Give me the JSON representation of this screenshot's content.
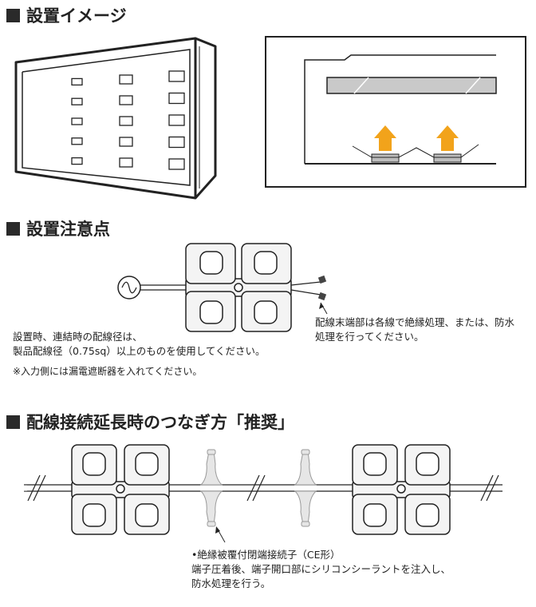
{
  "sections": {
    "install_image": {
      "title": "設置イメージ"
    },
    "precautions": {
      "title": "設置注意点",
      "note_wiring_line1": "設置時、連結時の配線径は、",
      "note_wiring_line2": "製品配線径（0.75sq）以上のものを使用してください。",
      "note_breaker": "※入力側には漏電遮断器を入れてください。",
      "note_end_line1": "配線末端部は各線で絶縁処理、または、防水",
      "note_end_line2": "処理を行ってください。"
    },
    "extension": {
      "title": "配線接続延長時のつなぎ方「推奨」",
      "connector_line1": "•絶縁被覆付閉端接続子（CE形）",
      "connector_line2": "端子圧着後、端子開口部にシリコンシーラントを注入し、",
      "connector_line3": "防水処理を行う。"
    }
  },
  "colors": {
    "accent_arrow": "#f2a31b",
    "ink": "#222222",
    "module_gray": "#cfcfcf"
  }
}
